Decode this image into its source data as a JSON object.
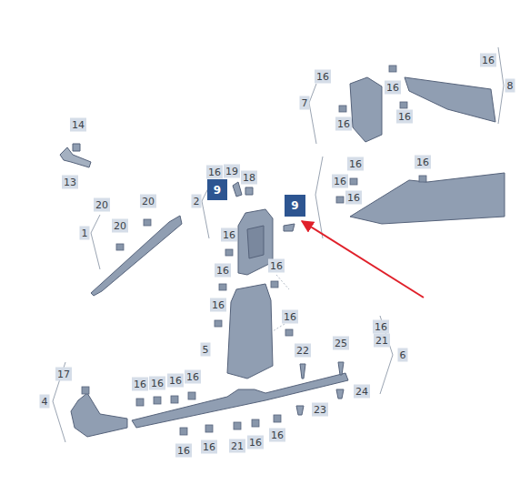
{
  "diagram": {
    "nodes": [
      {
        "text": [
          "9"
        ]
      },
      {
        "text": [
          "9"
        ]
      }
    ],
    "labels": [
      "14",
      "13",
      "20",
      "20",
      "20",
      "1",
      "16",
      "19",
      "18",
      "2",
      "16",
      "16",
      "16",
      "16",
      "16",
      "5",
      "22",
      "25",
      "24",
      "23",
      "16",
      "21",
      "6",
      "17",
      "4",
      "16",
      "16",
      "16",
      "16",
      "16",
      "16",
      "21",
      "16",
      "16",
      "16",
      "7",
      "16",
      "16",
      "16",
      "16",
      "8",
      "16",
      "16",
      "16",
      "16"
    ]
  }
}
